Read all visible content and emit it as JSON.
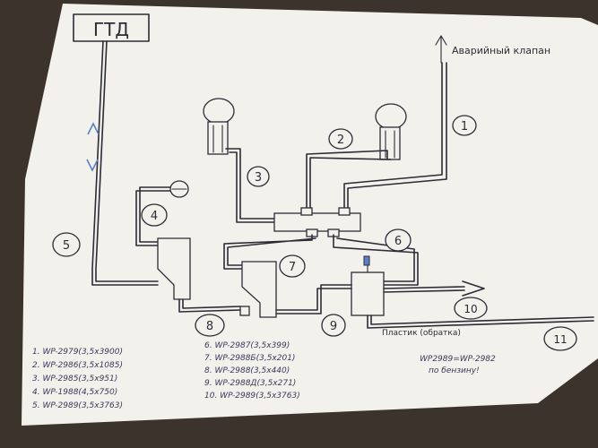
{
  "labels": {
    "gtd": "ГТД",
    "emergency_valve": "Аварийный клапан",
    "plastic_return": "Пластик (обратка)"
  },
  "callouts": [
    "1",
    "2",
    "3",
    "4",
    "5",
    "6",
    "7",
    "8",
    "9",
    "10",
    "11"
  ],
  "parts_left": [
    "1. WP-2979(3,5x3900)",
    "2. WP-2986(3,5x1085)",
    "3. WP-2985(3,5x951)",
    "4. WP-1988(4,5x750)",
    "5. WP-2989(3,5x3763)"
  ],
  "parts_right": [
    "6. WP-2987(3,5x399)",
    "7. WP-2988Б(3,5x201)",
    "8. WP-2988(3,5x440)",
    "9. WP-2988Д(3,5x271)",
    "10. WP-2989(3,5x3763)"
  ],
  "note": {
    "line1": "WP2989=WP-2982",
    "line2": "по бензину!"
  }
}
